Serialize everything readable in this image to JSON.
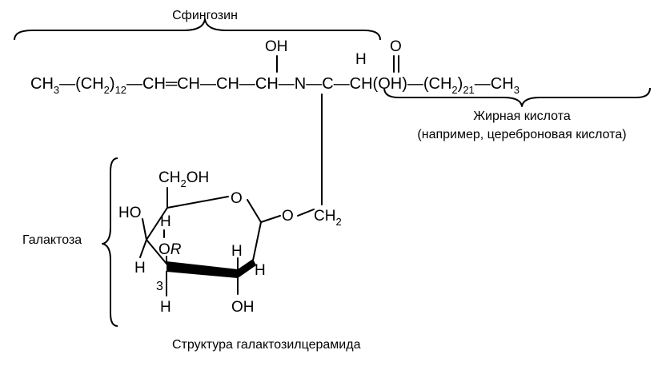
{
  "labels": {
    "sphingosine": "Сфингозин",
    "fatty_acid": "Жирная кислота",
    "fatty_acid_example": "(например, цереброновая кислота)",
    "galactose": "Галактоза",
    "caption": "Структура галактозилцерамида"
  },
  "chain": {
    "ch3_left": "CH",
    "ch3_left_sub": "3",
    "dash1": "—(CH",
    "ch2_sub": "2",
    "ch2_close": ")",
    "n12": "12",
    "ch_eq": "—CH",
    "double_bond": "═",
    "ch2": "CH—CH—CH—N—C—CH(OH)—(CH",
    "ch2_sub_right": "2",
    "n21": ")",
    "n21_sub": "21",
    "ch3_right": "—CH",
    "ch3_right_sub": "3"
  },
  "atoms": {
    "oh_top": "OH",
    "h_n": "H",
    "o_carbonyl": "O",
    "ch2oh": "CH",
    "ch2oh_sub": "2",
    "ch2oh_tail": "OH",
    "ring_o": "O",
    "ho_left": "HO",
    "h_c4": "H",
    "or_group": "O",
    "or_r": "R",
    "h_c3": "H",
    "pos3": "3",
    "h_c3_down": "H",
    "h_c2": "H",
    "oh_c2": "OH",
    "h_c1": "H",
    "o_link": "O",
    "ch2_link": "CH",
    "ch2_link_sub": "2"
  }
}
